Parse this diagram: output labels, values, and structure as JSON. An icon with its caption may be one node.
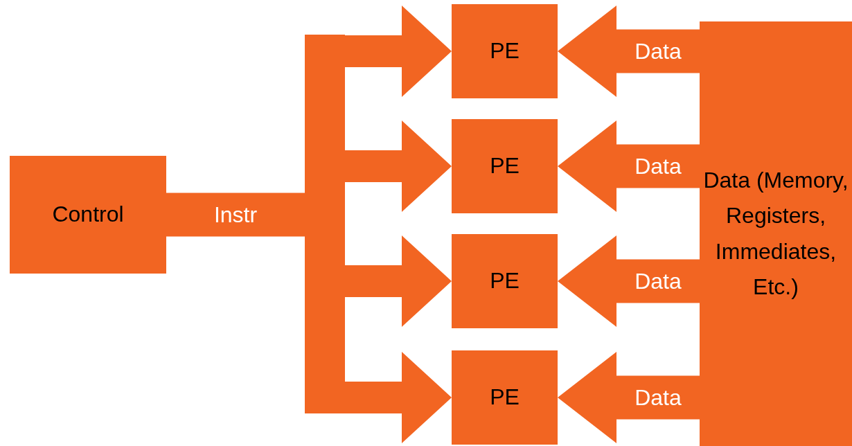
{
  "diagram": {
    "nodes": [
      {
        "text": [
          "Control"
        ]
      },
      {
        "text": [],
        "shape": "bar"
      },
      {
        "text": [
          "PE"
        ]
      },
      {
        "text": [
          "PE"
        ]
      },
      {
        "text": [
          "PE"
        ]
      },
      {
        "text": [
          "PE"
        ]
      },
      {
        "text": [
          "Data (Memory, Registers, Immediates, Etc.)"
        ]
      }
    ],
    "edges": [
      {
        "from": 0,
        "to": 1,
        "arrow": "none",
        "label": "Instr"
      },
      {
        "from": 1,
        "to": 2,
        "arrow": "to"
      },
      {
        "from": 1,
        "to": 3,
        "arrow": "to"
      },
      {
        "from": 1,
        "to": 4,
        "arrow": "to"
      },
      {
        "from": 1,
        "to": 5,
        "arrow": "to"
      },
      {
        "from": 6,
        "to": 2,
        "arrow": "to",
        "label": "Data"
      },
      {
        "from": 6,
        "to": 3,
        "arrow": "to",
        "label": "Data"
      },
      {
        "from": 6,
        "to": 4,
        "arrow": "to",
        "label": "Data"
      },
      {
        "from": 6,
        "to": 5,
        "arrow": "to",
        "label": "Data"
      }
    ]
  }
}
